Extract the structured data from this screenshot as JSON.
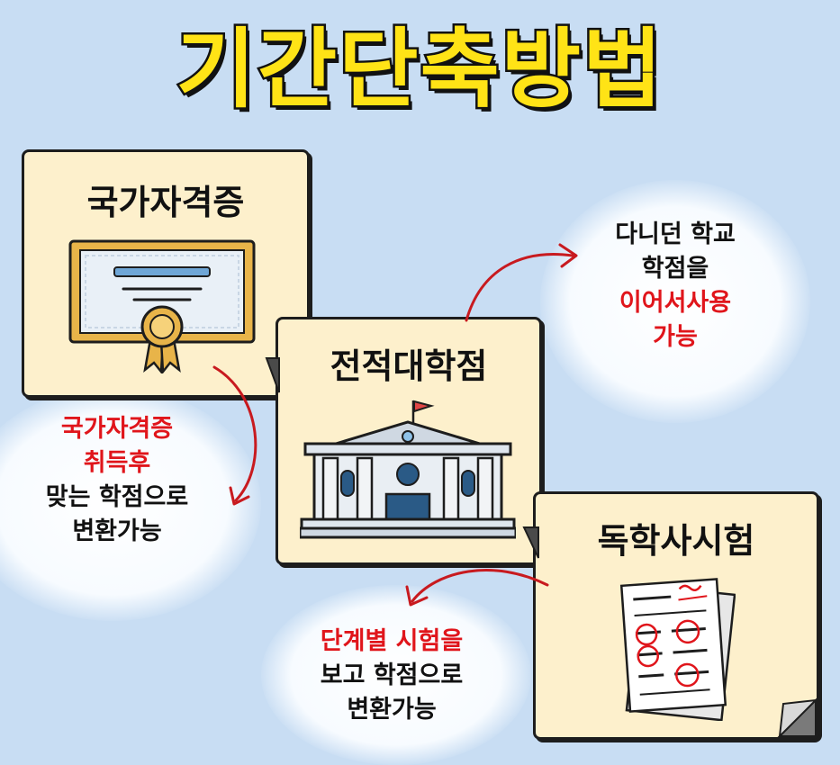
{
  "title": "기간단축방법",
  "cards": {
    "license": {
      "title": "국가자격증",
      "icon": "certificate-icon"
    },
    "transfer": {
      "title": "전적대학점",
      "icon": "university-building-icon"
    },
    "exam": {
      "title": "독학사시험",
      "icon": "graded-exam-paper-icon"
    }
  },
  "callouts": {
    "license": {
      "line1": "국가자격증",
      "line2": "취득후",
      "line3": "맞는 학점으로",
      "line4": "변환가능"
    },
    "transfer": {
      "line1": "다니던 학교",
      "line2": "학점을",
      "line3": "이어서사용",
      "line4": "가능"
    },
    "exam": {
      "line1": "단계별 시험을",
      "line2": "보고 학점으로",
      "line3": "변환가능"
    }
  },
  "colors": {
    "background": "#c8ddf3",
    "card": "#fdf0cc",
    "title": "#ffe316",
    "highlight": "#e0151b",
    "arrow": "#c81a1f"
  }
}
